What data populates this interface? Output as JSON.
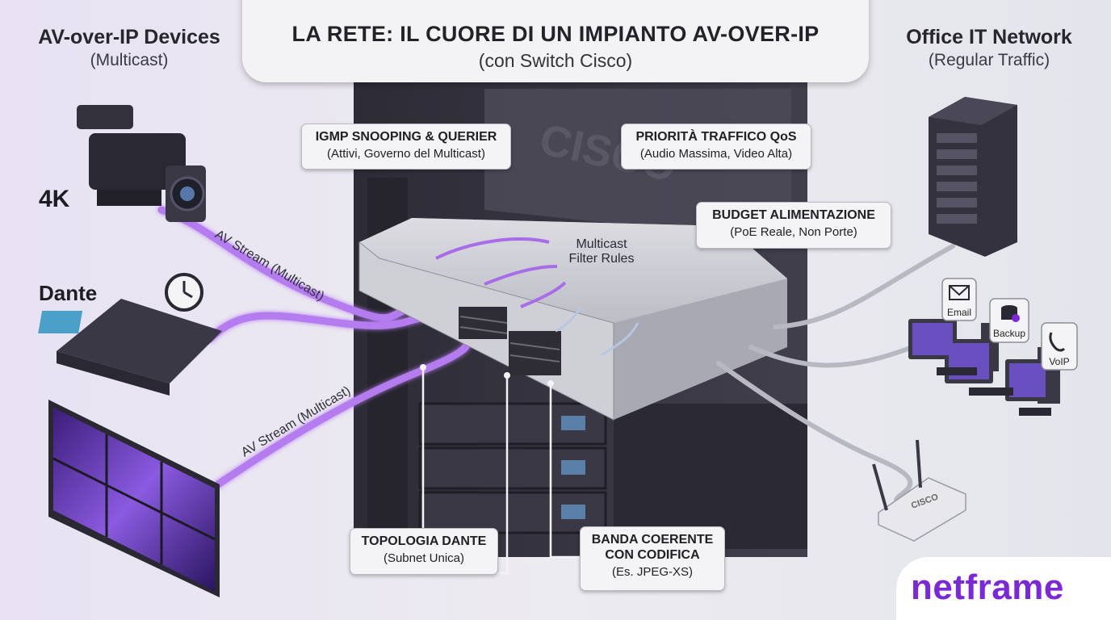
{
  "title": {
    "main": "LA RETE: IL CUORE DI UN IMPIANTO AV-OVER-IP",
    "sub": "(con Switch Cisco)"
  },
  "left_header": {
    "title": "AV-over-IP Devices",
    "subtitle": "(Multicast)"
  },
  "right_header": {
    "title": "Office IT Network",
    "subtitle": "(Regular Traffic)"
  },
  "device_labels": {
    "camera_badge": "4K",
    "dante_logo": "Dante",
    "cabinet_logo": "CISCO",
    "router_logo": "CISCO"
  },
  "stream_labels": {
    "top": "AV Stream (Multicast)",
    "bottom": "AV Stream (Multicast)"
  },
  "multicast_filter": "Multicast\nFilter Rules",
  "callouts": {
    "igmp": {
      "title": "IGMP SNOOPING & QUERIER",
      "desc": "(Attivi, Governo del Multicast)"
    },
    "qos": {
      "title": "PRIORITÀ TRAFFICO QoS",
      "desc": "(Audio Massima, Video Alta)"
    },
    "power": {
      "title": "BUDGET ALIMENTAZIONE",
      "desc": "(PoE Reale, Non Porte)"
    },
    "dante": {
      "title": "TOPOLOGIA DANTE",
      "desc": "(Subnet Unica)"
    },
    "bandwidth": {
      "title": "BANDA COERENTE\nCON CODIFICA",
      "desc": "(Es. JPEG-XS)"
    }
  },
  "office_services": {
    "email": "Email",
    "backup": "Backup",
    "voip": "VoIP"
  },
  "brand": "netframe",
  "colors": {
    "accent_purple": "#7a28d8",
    "stream_purple": "#b57cf0",
    "background": "#e9e8f0",
    "rack_dark": "#34323e",
    "cable_gray": "#b8b8c2"
  }
}
